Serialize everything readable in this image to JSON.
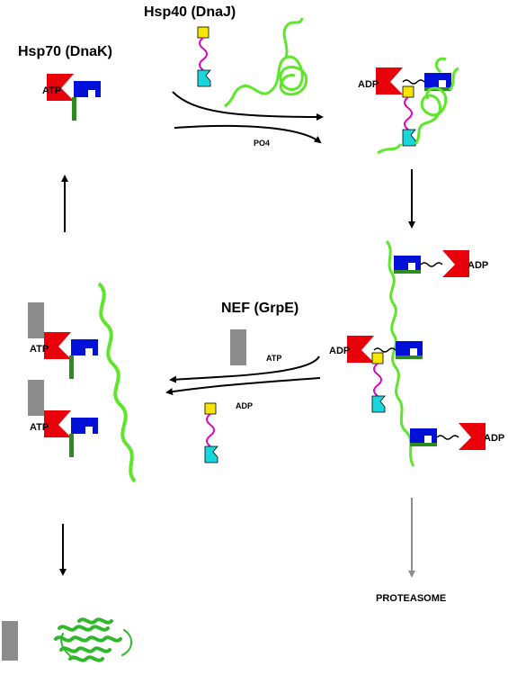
{
  "labels": {
    "hsp70": "Hsp70 (DnaK)",
    "hsp40": "Hsp40 (DnaJ)",
    "nef": "NEF (GrpE)",
    "proteasome": "PROTEASOME",
    "po4": "PO4",
    "atp": "ATP",
    "adp": "ADP"
  },
  "colors": {
    "nbd": "#e8000b",
    "sbd": "#0010d8",
    "lid": "#2e8b1f",
    "jdomain": "#f6e600",
    "jlinker": "#e000c0",
    "jctd": "#19d6dc",
    "substrate": "#5ee62a",
    "nef": "#8c8c8c",
    "folded": "#2fb82a",
    "arrow": "#000000",
    "arrow_degradation": "#8c8c8c"
  }
}
